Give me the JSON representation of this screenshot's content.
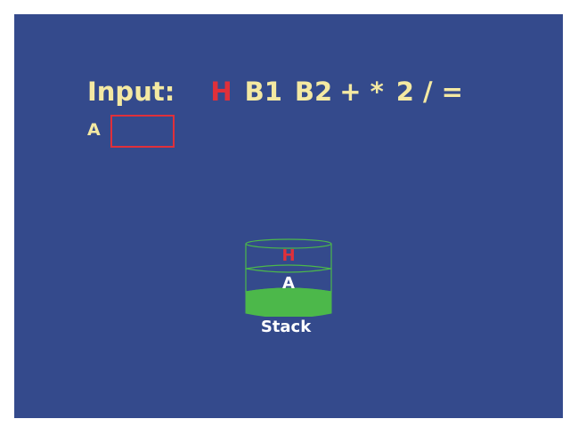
{
  "input": {
    "label": "Input:",
    "tokens": {
      "current": "H",
      "t1": "B1",
      "t2": "B2",
      "ops": "+ *",
      "t3": "2 /",
      "t4": "="
    }
  },
  "register": {
    "label": "A",
    "value": ""
  },
  "stack": {
    "items": [
      "H",
      "A"
    ],
    "label": "Stack"
  },
  "colors": {
    "background": "#344a8c",
    "text": "#f4e9a2",
    "highlight": "#e0303a",
    "stack_fill": "#4cb84a",
    "stack_outline": "#4cb84a"
  }
}
